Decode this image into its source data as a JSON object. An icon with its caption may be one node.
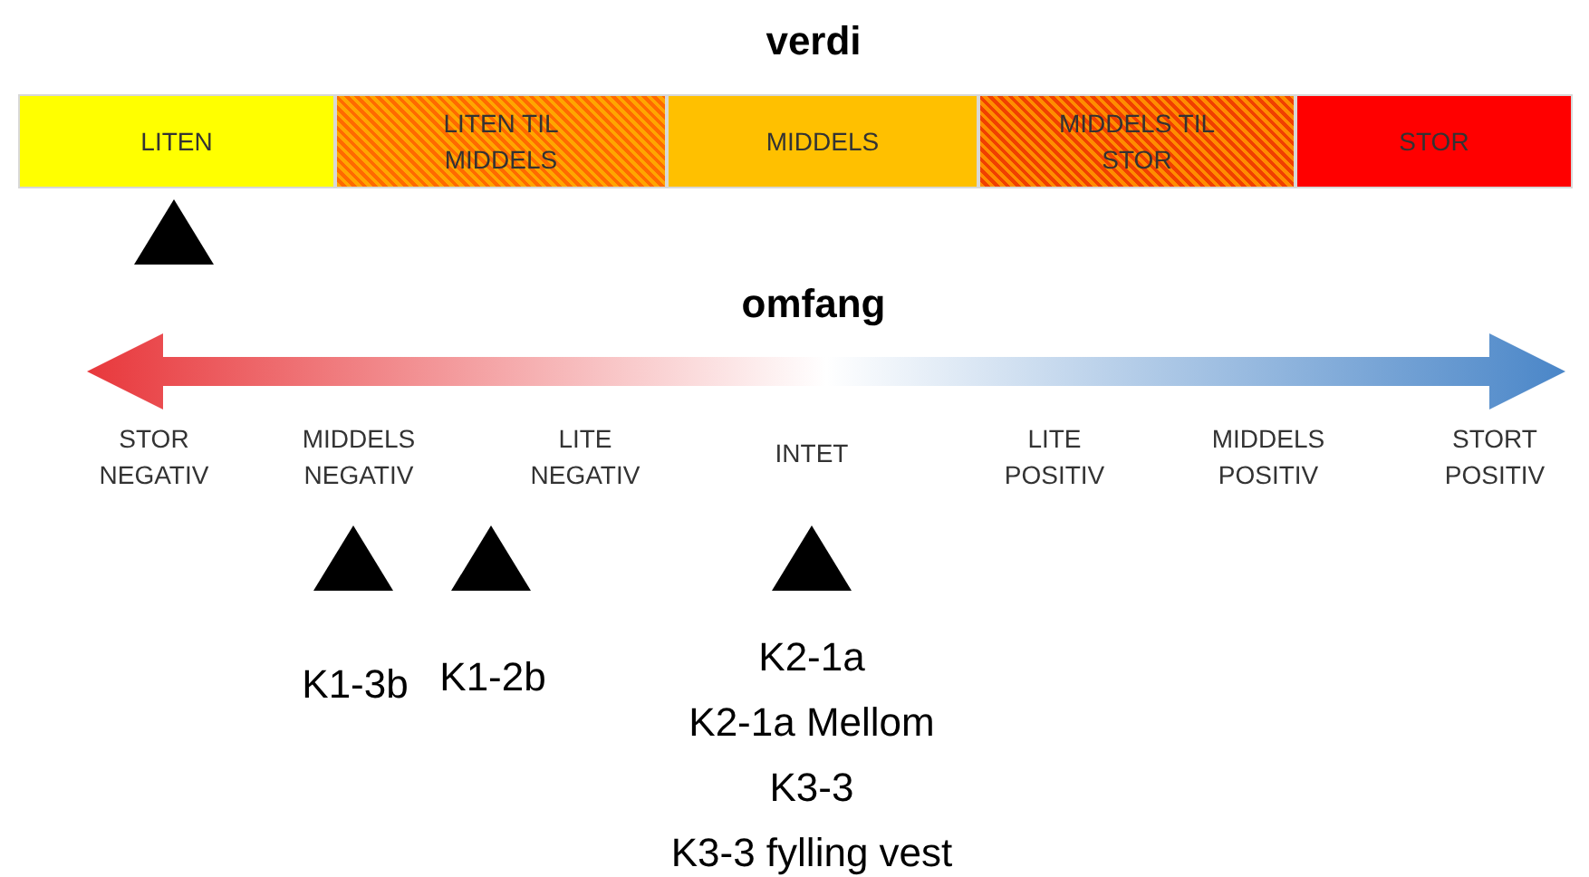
{
  "diagram": {
    "nodes": [
      {
        "text": [
          "LITEN"
        ]
      },
      {
        "text": [
          "LITEN TIL MIDDELS"
        ]
      },
      {
        "text": [
          "MIDDELS"
        ]
      },
      {
        "text": [
          "MIDDELS TIL STOR"
        ]
      },
      {
        "text": [
          "STOR"
        ]
      },
      {
        "text": [],
        "shape": "triangle"
      },
      {
        "text": [],
        "shape": "triangle",
        "beside": [
          "K1-3b"
        ]
      },
      {
        "text": [],
        "shape": "triangle",
        "beside": [
          "K1-2b"
        ]
      },
      {
        "text": [],
        "shape": "triangle",
        "beside": [
          "K2-1a",
          "K2-1a Mellom",
          "K3-3",
          "K3-3 fylling vest"
        ]
      }
    ],
    "edges": [],
    "labels": [
      "verdi",
      "omfang",
      "STOR NEGATIV",
      "MIDDELS NEGATIV",
      "LITE NEGATIV",
      "INTET",
      "LITE POSITIV",
      "MIDDELS POSITIV",
      "STORT POSITIV"
    ]
  }
}
